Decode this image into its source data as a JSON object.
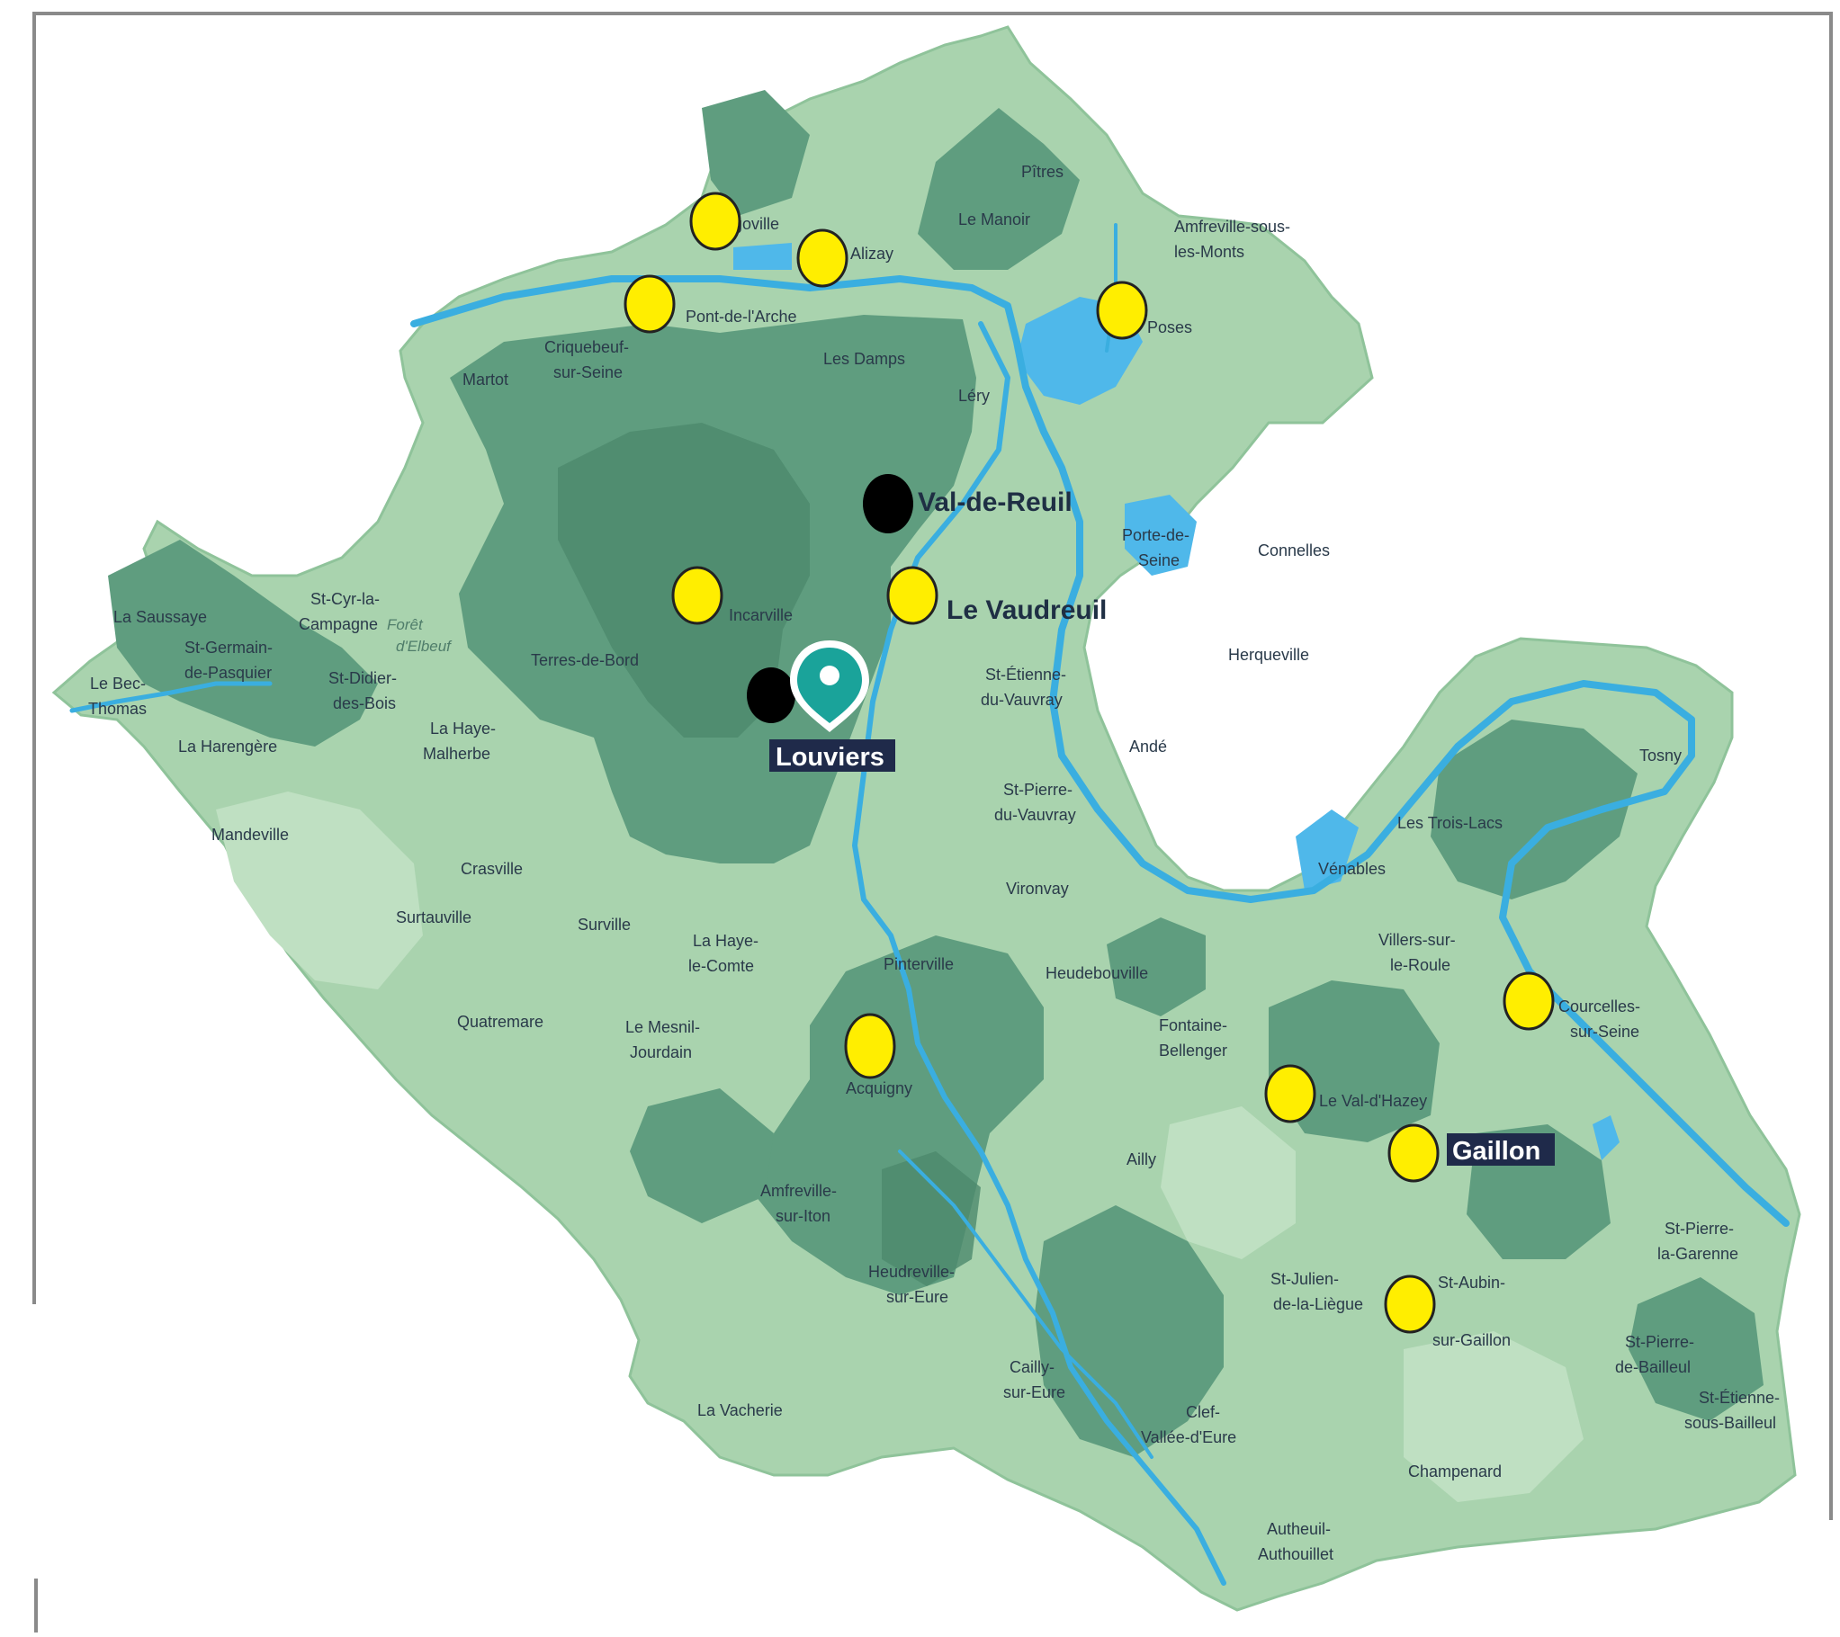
{
  "colors": {
    "land": "#a9d3ae",
    "land_light": "#bfe0c2",
    "forest": "#5f9d7f",
    "forest_dark": "#4c8a6d",
    "river": "#3aaee0",
    "lake": "#4fb8ea",
    "marker_yellow": "#ffee00",
    "marker_black": "#000000",
    "pin": "#1aa39a",
    "label_box": "#1f2a4a",
    "frame": "#888888"
  },
  "markers": {
    "yellow": [
      "Igoville",
      "Alizay",
      "Pont-de-l'Arche",
      "Poses",
      "Incarville",
      "Le Vaudreuil",
      "Acquigny",
      "Courcelles-sur-Seine",
      "Le Val-d'Hazey",
      "Gaillon",
      "St-Aubin-sur-Gaillon"
    ],
    "black": [
      "Val-de-Reuil",
      "Louviers"
    ],
    "pin_icon": "location-pin-icon"
  },
  "labels": {
    "igoville": "Igoville",
    "alizay": "Alizay",
    "pitres": "Pîtres",
    "le_manoir": "Le Manoir",
    "amfreville_monts": [
      "Amfreville-sous-",
      "les-Monts"
    ],
    "pont_arche": "Pont-de-l'Arche",
    "poses": "Poses",
    "criquebeuf": [
      "Criquebeuf-",
      "sur-Seine"
    ],
    "martot": "Martot",
    "les_damps": "Les Damps",
    "lery": "Léry",
    "val_de_reuil": "Val-de-Reuil",
    "porte_de_seine": [
      "Porte-de-",
      "Seine"
    ],
    "connelles": "Connelles",
    "incarville": "Incarville",
    "le_vaudreuil": "Le Vaudreuil",
    "la_saussaye": "La Saussaye",
    "st_cyr": [
      "St-Cyr-la-",
      "Campagne"
    ],
    "st_germain": [
      "St-Germain-",
      "de-Pasquier"
    ],
    "le_bec_thomas": [
      "Le Bec-",
      "Thomas"
    ],
    "st_didier": [
      "St-Didier-",
      "des-Bois"
    ],
    "foret_elbeuf": [
      "Forêt",
      "d'Elbeuf"
    ],
    "terres_de_bord": "Terres-de-Bord",
    "herqueville": "Herqueville",
    "st_etienne_vauvray": [
      "St-Étienne-",
      "du-Vauvray"
    ],
    "la_haye_malherbe": [
      "La Haye-",
      "Malherbe"
    ],
    "la_harengere": "La Harengère",
    "louviers": "Louviers",
    "ande": "Andé",
    "tosny": "Tosny",
    "st_pierre_vauvray": [
      "St-Pierre-",
      "du-Vauvray"
    ],
    "les_trois_lacs": "Les Trois-Lacs",
    "mandeville": "Mandeville",
    "crasville": "Crasville",
    "venables": "Vénables",
    "vironvay": "Vironvay",
    "surtauville": "Surtauville",
    "surville": "Surville",
    "la_haye_comte": [
      "La Haye-",
      "le-Comte"
    ],
    "villers": [
      "Villers-sur-",
      "le-Roule"
    ],
    "pinterville": "Pinterville",
    "heudebouville": "Heudebouville",
    "courcelles": [
      "Courcelles-",
      "sur-Seine"
    ],
    "quatremare": "Quatremare",
    "le_mesnil": [
      "Le Mesnil-",
      "Jourdain"
    ],
    "fontaine": [
      "Fontaine-",
      "Bellenger"
    ],
    "acquigny": "Acquigny",
    "le_val_hazey": "Le Val-d'Hazey",
    "gaillon": "Gaillon",
    "ailly": "Ailly",
    "amfreville_iton": [
      "Amfreville-",
      "sur-Iton"
    ],
    "st_pierre_garenne": [
      "St-Pierre-",
      "la-Garenne"
    ],
    "heudreville": [
      "Heudreville-",
      "sur-Eure"
    ],
    "st_julien": [
      "St-Julien-",
      "de-la-Liègue"
    ],
    "st_aubin": [
      "St-Aubin-",
      "sur-Gaillon"
    ],
    "st_pierre_bailleul": [
      "St-Pierre-",
      "de-Bailleul"
    ],
    "cailly": [
      "Cailly-",
      "sur-Eure"
    ],
    "st_etienne_bailleul": [
      "St-Étienne-",
      "sous-Bailleul"
    ],
    "la_vacherie": "La Vacherie",
    "clef_vallee": [
      "Clef-",
      "Vallée-d'Eure"
    ],
    "champenard": "Champenard",
    "autheuil": [
      "Autheuil-",
      "Authouillet"
    ]
  }
}
